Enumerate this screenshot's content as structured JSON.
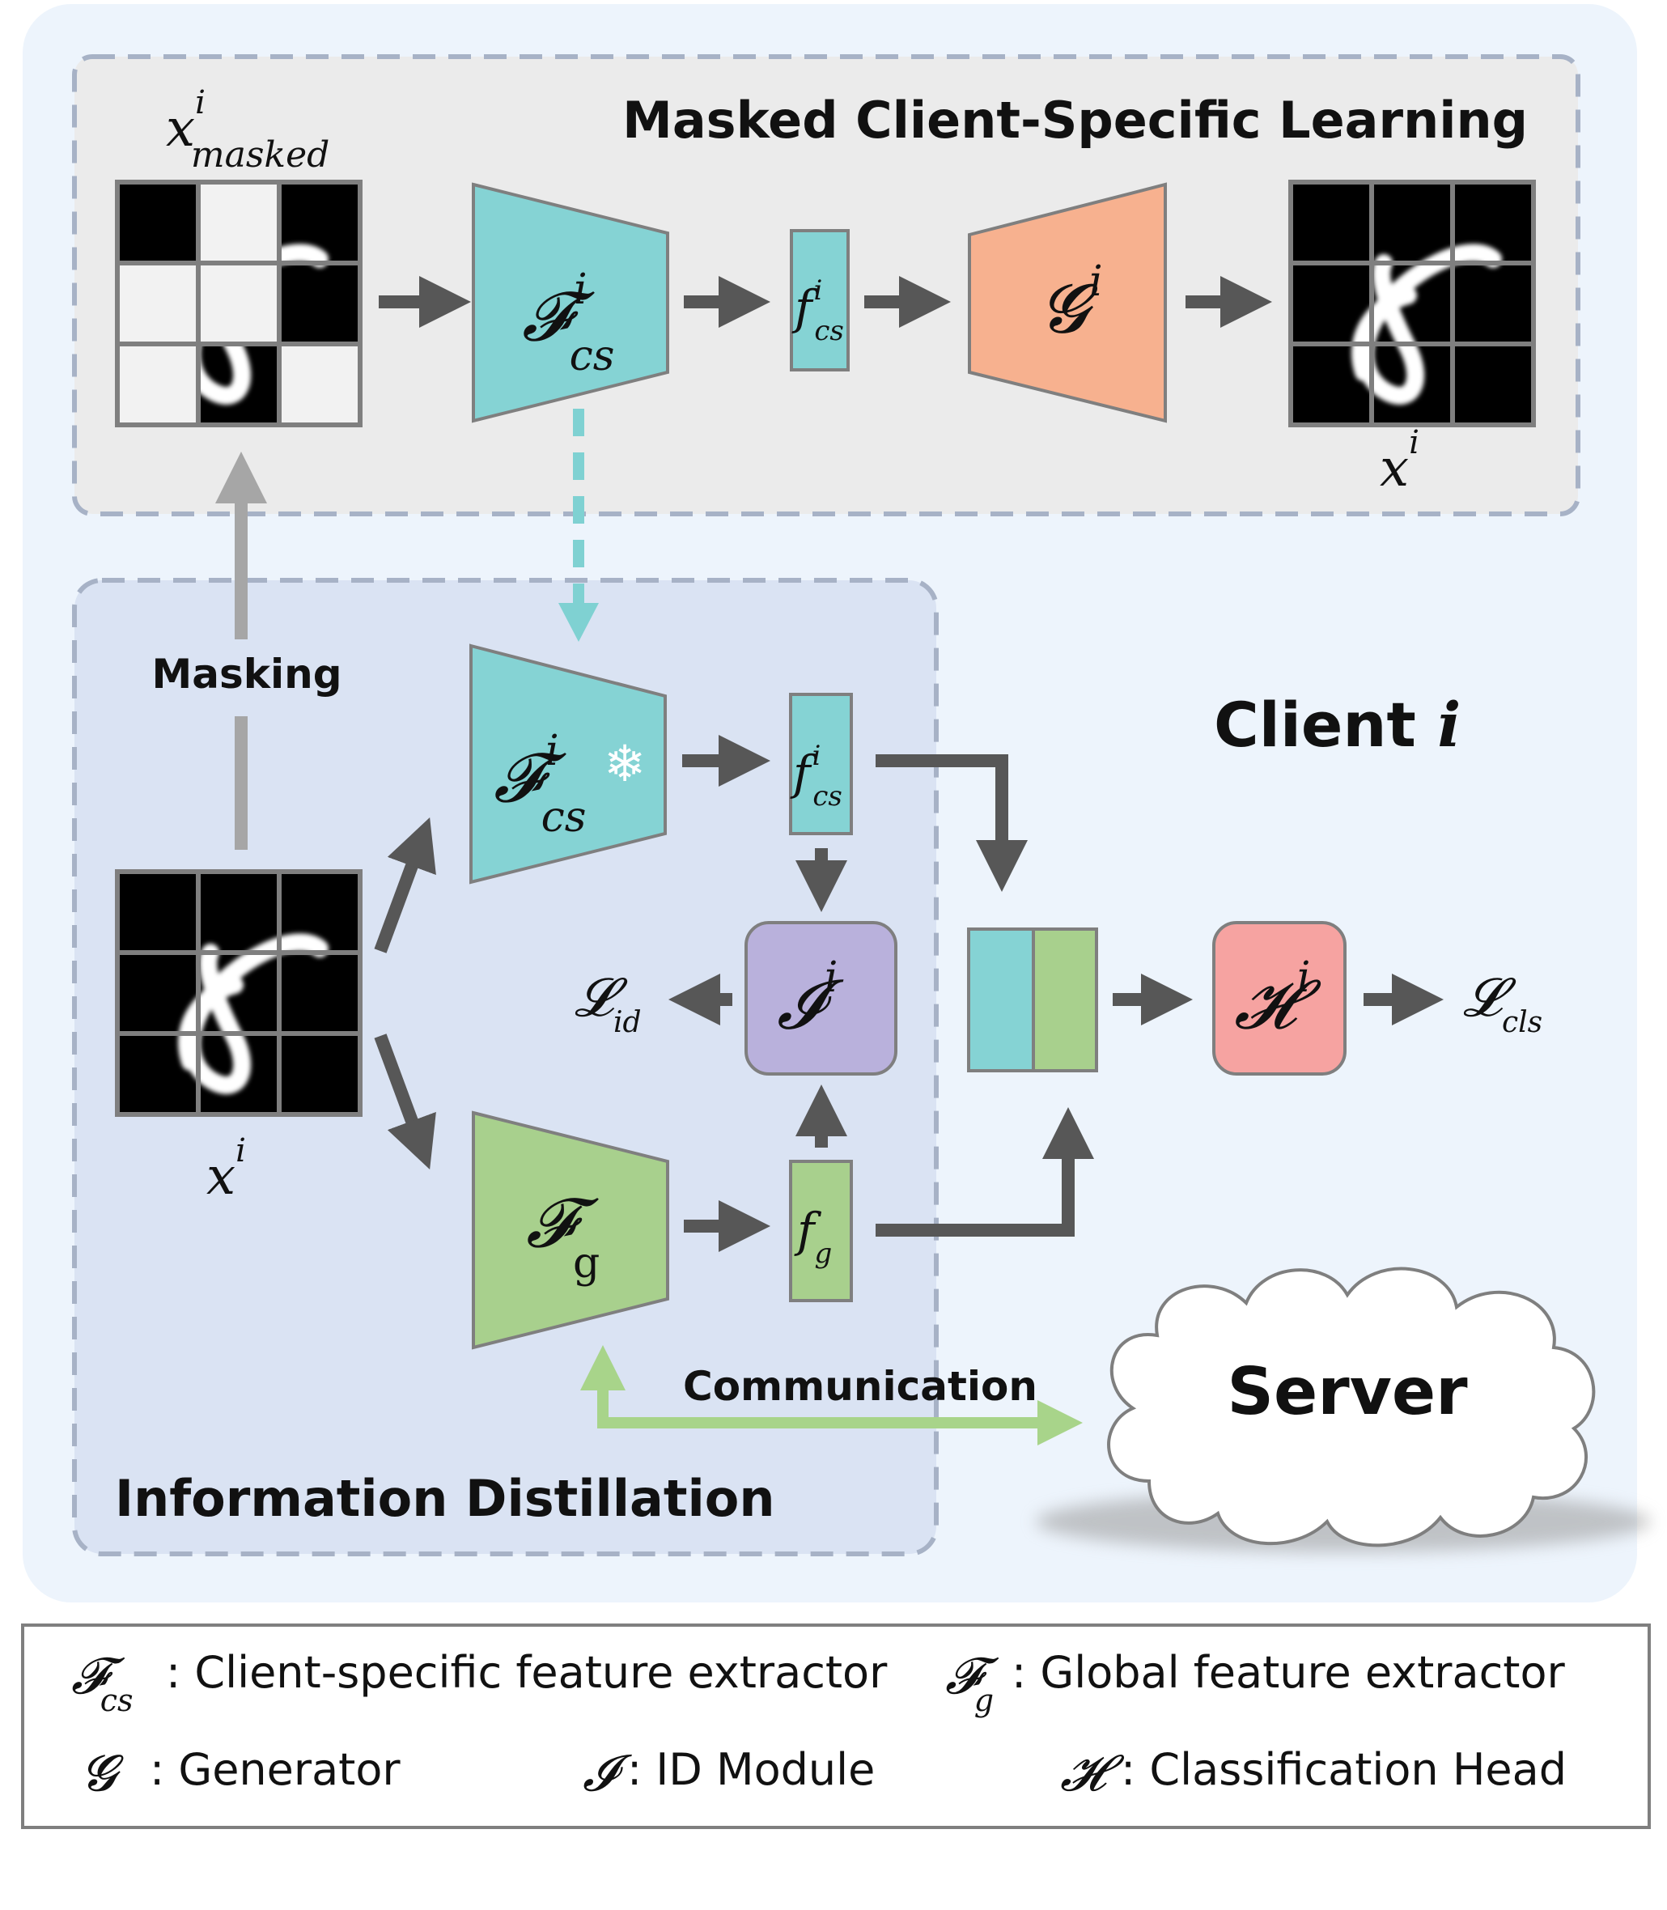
{
  "sections": {
    "masked_learning_title": "Masked Client-Specific Learning",
    "info_distillation_title": "Information Distillation",
    "client_title_word": "Client",
    "client_title_index": "i"
  },
  "labels": {
    "masking": "Masking",
    "communication": "Communication",
    "server": "Server"
  },
  "math": {
    "x_masked_base": "x",
    "x_masked_sup": "i",
    "x_masked_sub": "masked",
    "x_base": "x",
    "x_sup": "i",
    "F_symbol": "𝓕",
    "G_symbol": "𝓖",
    "I_symbol": "𝓘",
    "H_symbol": "𝓗",
    "L_symbol": "𝓛",
    "sup_i": "i",
    "sub_cs": "cs",
    "sub_g": "g",
    "f_base": "f",
    "sub_id": "id",
    "sub_cls": "cls",
    "snowflake": "❄"
  },
  "legend": {
    "fcs_text": ": Client-specific feature extractor",
    "fg_text": ": Global feature extractor",
    "gen_text": ": Generator",
    "id_text": ": ID Module",
    "head_text": ": Classification Head"
  },
  "colors": {
    "teal": "#85d3d4",
    "green": "#a8d08d",
    "orange": "#f7b18f",
    "purple": "#b9b1dc",
    "pink": "#f6a3a1",
    "arrow": "#575757",
    "masking_arrow": "#a6a6a6",
    "communication_arrow": "#a8d48a",
    "outer_panel": "#edf4fc",
    "top_panel": "#ebebeb",
    "bottom_panel": "#dae3f3",
    "dash_border": "#a7b2c6"
  },
  "icons": {
    "snowflake": "snowflake-icon",
    "cloud": "cloud-icon"
  }
}
